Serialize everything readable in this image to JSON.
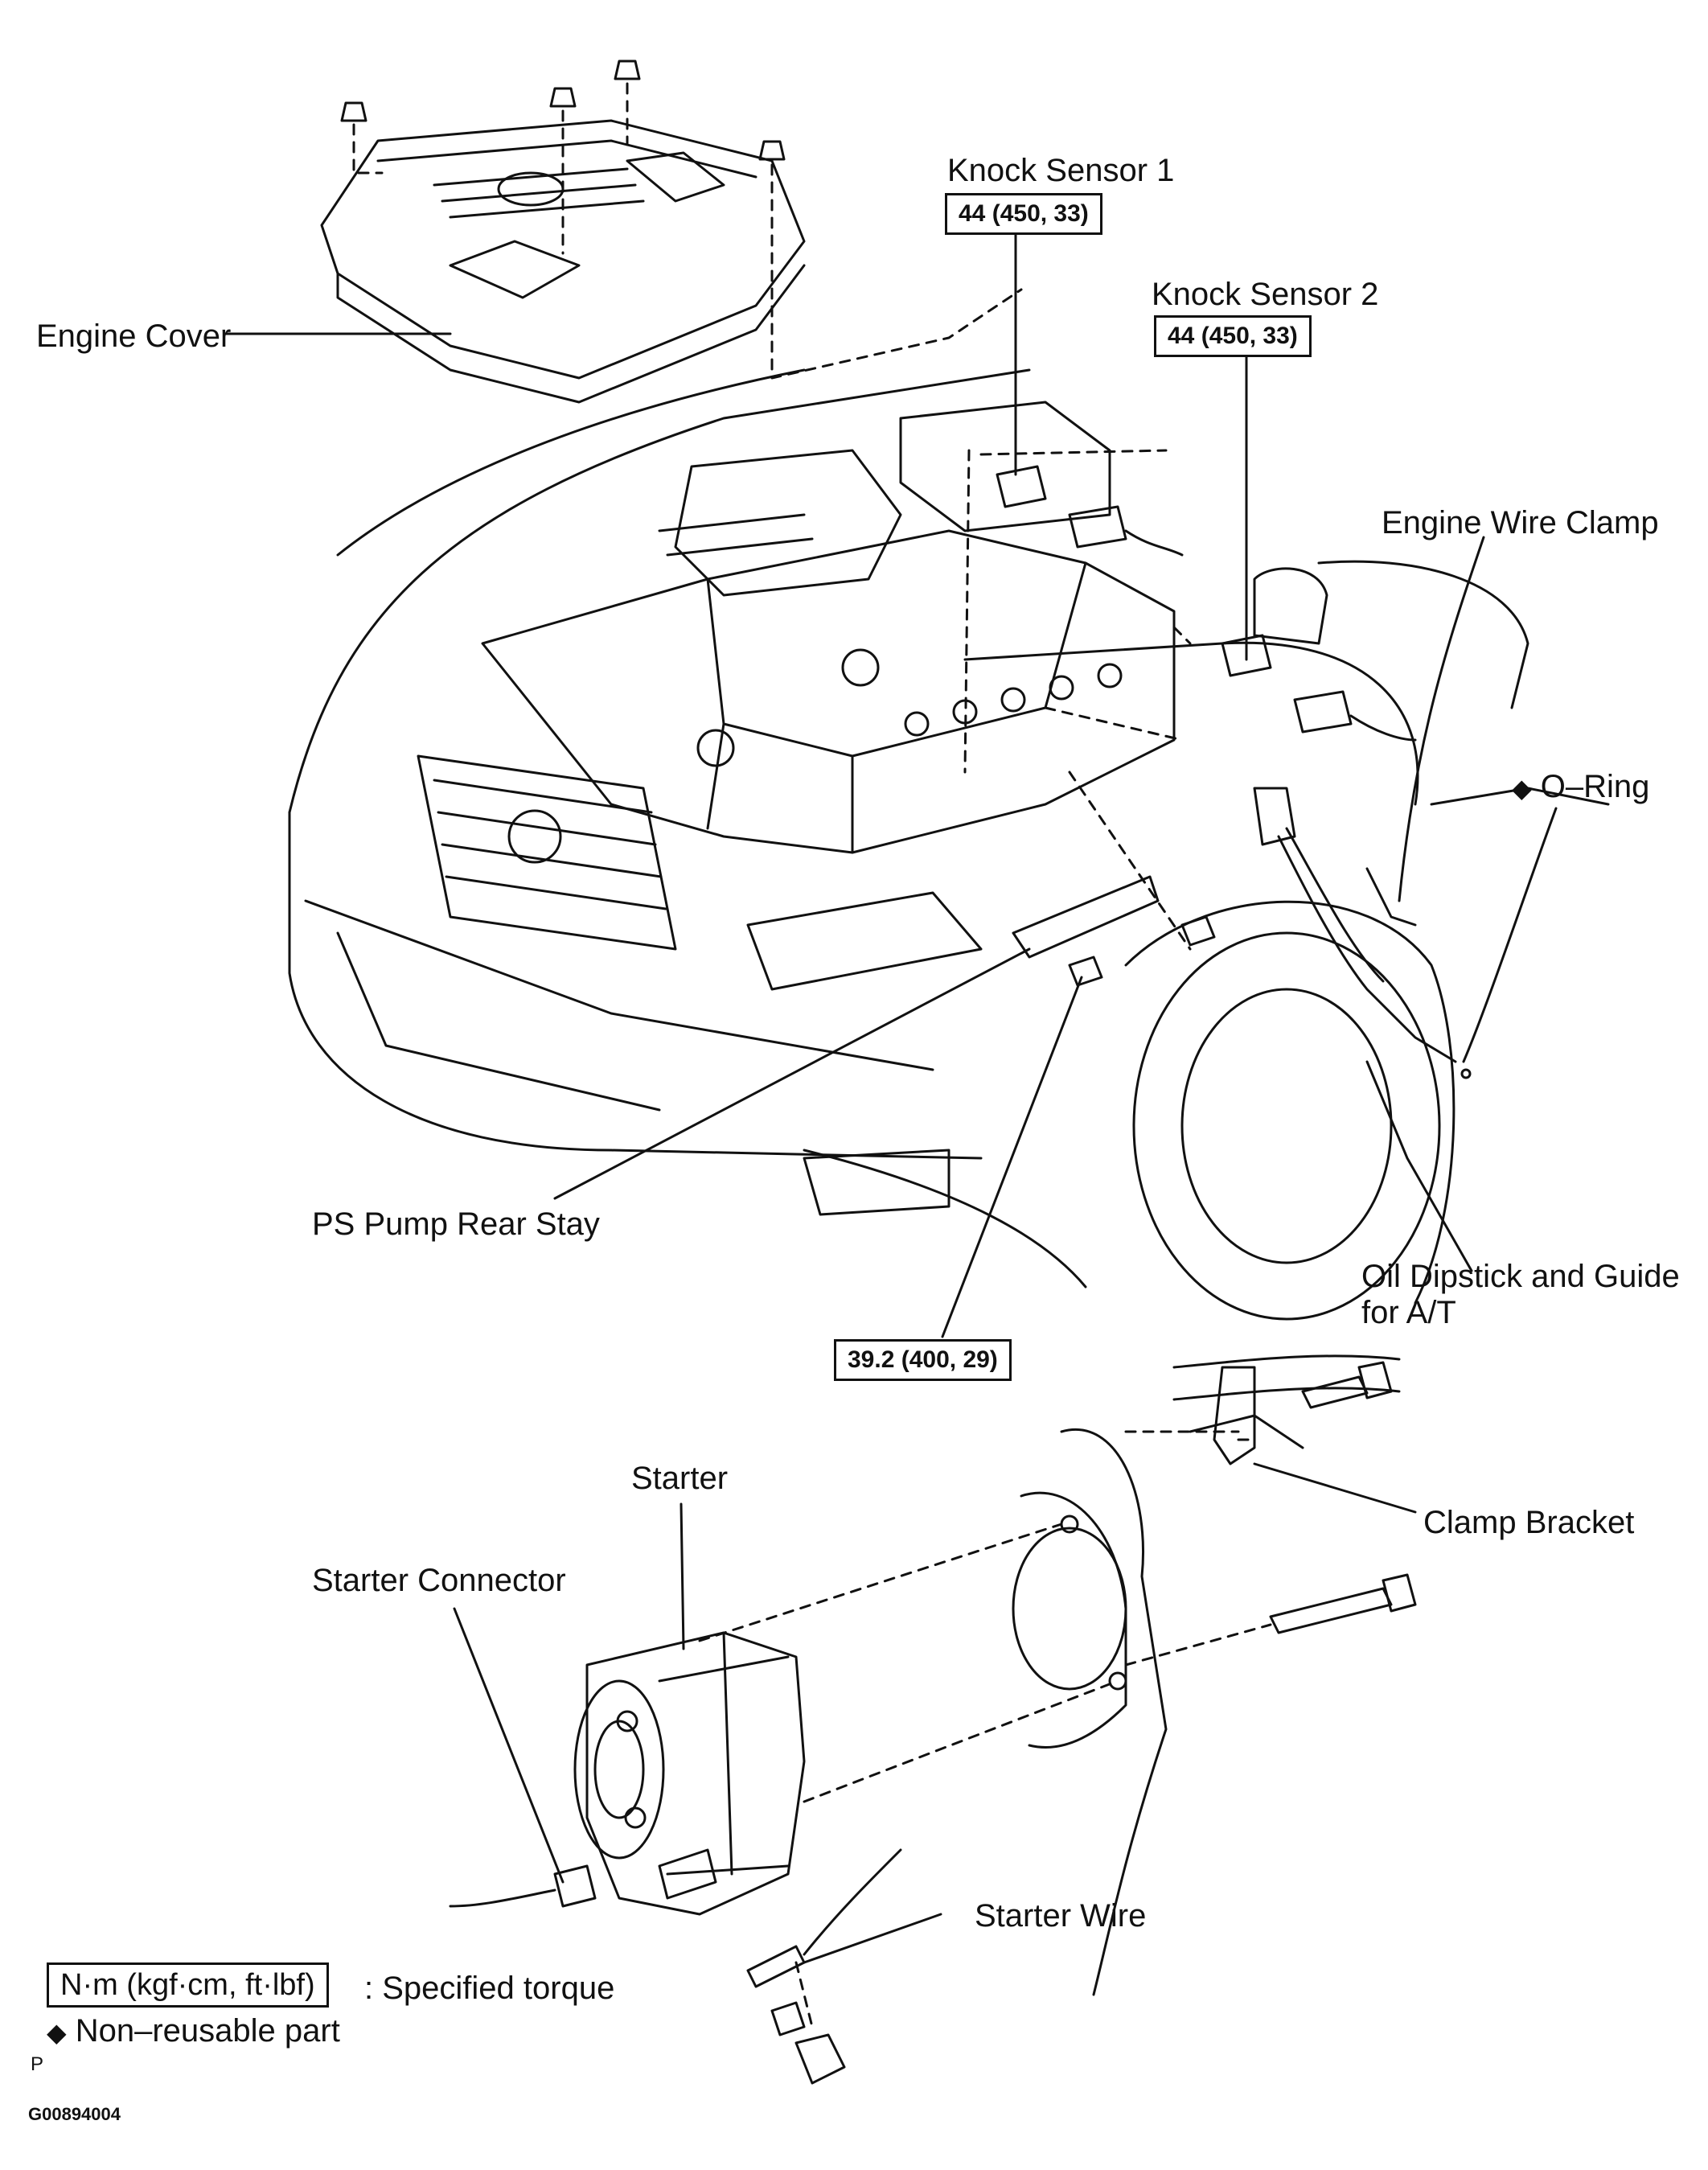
{
  "labels": {
    "knock_sensor_1": "Knock Sensor 1",
    "knock_sensor_2": "Knock Sensor 2",
    "engine_cover": "Engine Cover",
    "engine_wire_clamp": "Engine Wire Clamp",
    "o_ring": "O–Ring",
    "ps_pump_rear_stay": "PS Pump Rear Stay",
    "oil_dipstick_line1": "Oil Dipstick and Guide",
    "oil_dipstick_line2": "for A/T",
    "starter": "Starter",
    "starter_connector": "Starter Connector",
    "clamp_bracket": "Clamp Bracket",
    "starter_wire": "Starter Wire"
  },
  "torques": {
    "knock_sensor_1": "44 (450, 33)",
    "knock_sensor_2": "44 (450, 33)",
    "ps_pump_bolt": "39.2 (400, 29)"
  },
  "legend": {
    "torque_box": "N·m (kgf·cm, ft·lbf)",
    "torque_desc": ": Specified torque",
    "non_reusable_symbol": "◆",
    "non_reusable_desc": "Non–reusable part"
  },
  "footer": {
    "marker": "P",
    "code": "G00894004"
  }
}
